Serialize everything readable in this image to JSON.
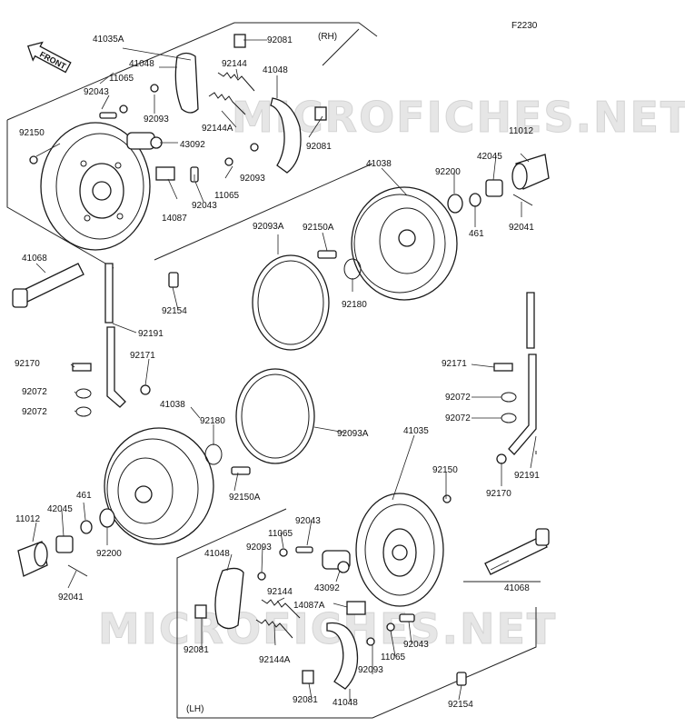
{
  "diagram_code": "F2230",
  "front_arrow_text": "FRONT",
  "side_rh": "(RH)",
  "side_lh": "(LH)",
  "watermark": "MICROFICHES.NET",
  "labels": [
    {
      "id": "l1",
      "text": "41035A"
    },
    {
      "id": "l2",
      "text": "92081"
    },
    {
      "id": "l3",
      "text": "41048"
    },
    {
      "id": "l4",
      "text": "92144"
    },
    {
      "id": "l5",
      "text": "41048"
    },
    {
      "id": "l6",
      "text": "11065"
    },
    {
      "id": "l7",
      "text": "92043"
    },
    {
      "id": "l8",
      "text": "92093"
    },
    {
      "id": "l9",
      "text": "92144A"
    },
    {
      "id": "l10",
      "text": "92150"
    },
    {
      "id": "l11",
      "text": "43092"
    },
    {
      "id": "l12",
      "text": "92081"
    },
    {
      "id": "l13",
      "text": "92093"
    },
    {
      "id": "l14",
      "text": "11065"
    },
    {
      "id": "l15",
      "text": "92043"
    },
    {
      "id": "l16",
      "text": "14087"
    },
    {
      "id": "l17",
      "text": "11012"
    },
    {
      "id": "l18",
      "text": "42045"
    },
    {
      "id": "l19",
      "text": "41038"
    },
    {
      "id": "l20",
      "text": "92200"
    },
    {
      "id": "l21",
      "text": "461"
    },
    {
      "id": "l22",
      "text": "92041"
    },
    {
      "id": "l23",
      "text": "92093A"
    },
    {
      "id": "l24",
      "text": "92150A"
    },
    {
      "id": "l25",
      "text": "41068"
    },
    {
      "id": "l26",
      "text": "92154"
    },
    {
      "id": "l27",
      "text": "92180"
    },
    {
      "id": "l28",
      "text": "92191"
    },
    {
      "id": "l29",
      "text": "92171"
    },
    {
      "id": "l30",
      "text": "92170"
    },
    {
      "id": "l31",
      "text": "92072"
    },
    {
      "id": "l32",
      "text": "92072"
    },
    {
      "id": "l33",
      "text": "92171"
    },
    {
      "id": "l34",
      "text": "92072"
    },
    {
      "id": "l35",
      "text": "92072"
    },
    {
      "id": "l36",
      "text": "41038"
    },
    {
      "id": "l37",
      "text": "92180"
    },
    {
      "id": "l38",
      "text": "92093A"
    },
    {
      "id": "l39",
      "text": "41035"
    },
    {
      "id": "l40",
      "text": "92150"
    },
    {
      "id": "l41",
      "text": "92191"
    },
    {
      "id": "l42",
      "text": "92170"
    },
    {
      "id": "l43",
      "text": "92150A"
    },
    {
      "id": "l44",
      "text": "461"
    },
    {
      "id": "l45",
      "text": "42045"
    },
    {
      "id": "l46",
      "text": "11012"
    },
    {
      "id": "l47",
      "text": "92200"
    },
    {
      "id": "l48",
      "text": "92041"
    },
    {
      "id": "l49",
      "text": "92043"
    },
    {
      "id": "l50",
      "text": "11065"
    },
    {
      "id": "l51",
      "text": "41048"
    },
    {
      "id": "l52",
      "text": "92093"
    },
    {
      "id": "l53",
      "text": "41068"
    },
    {
      "id": "l54",
      "text": "43092"
    },
    {
      "id": "l55",
      "text": "92144"
    },
    {
      "id": "l56",
      "text": "14087A"
    },
    {
      "id": "l57",
      "text": "92081"
    },
    {
      "id": "l58",
      "text": "92144A"
    },
    {
      "id": "l59",
      "text": "92093"
    },
    {
      "id": "l60",
      "text": "11065"
    },
    {
      "id": "l61",
      "text": "92043"
    },
    {
      "id": "l62",
      "text": "92081"
    },
    {
      "id": "l63",
      "text": "41048"
    },
    {
      "id": "l64",
      "text": "92154"
    }
  ]
}
